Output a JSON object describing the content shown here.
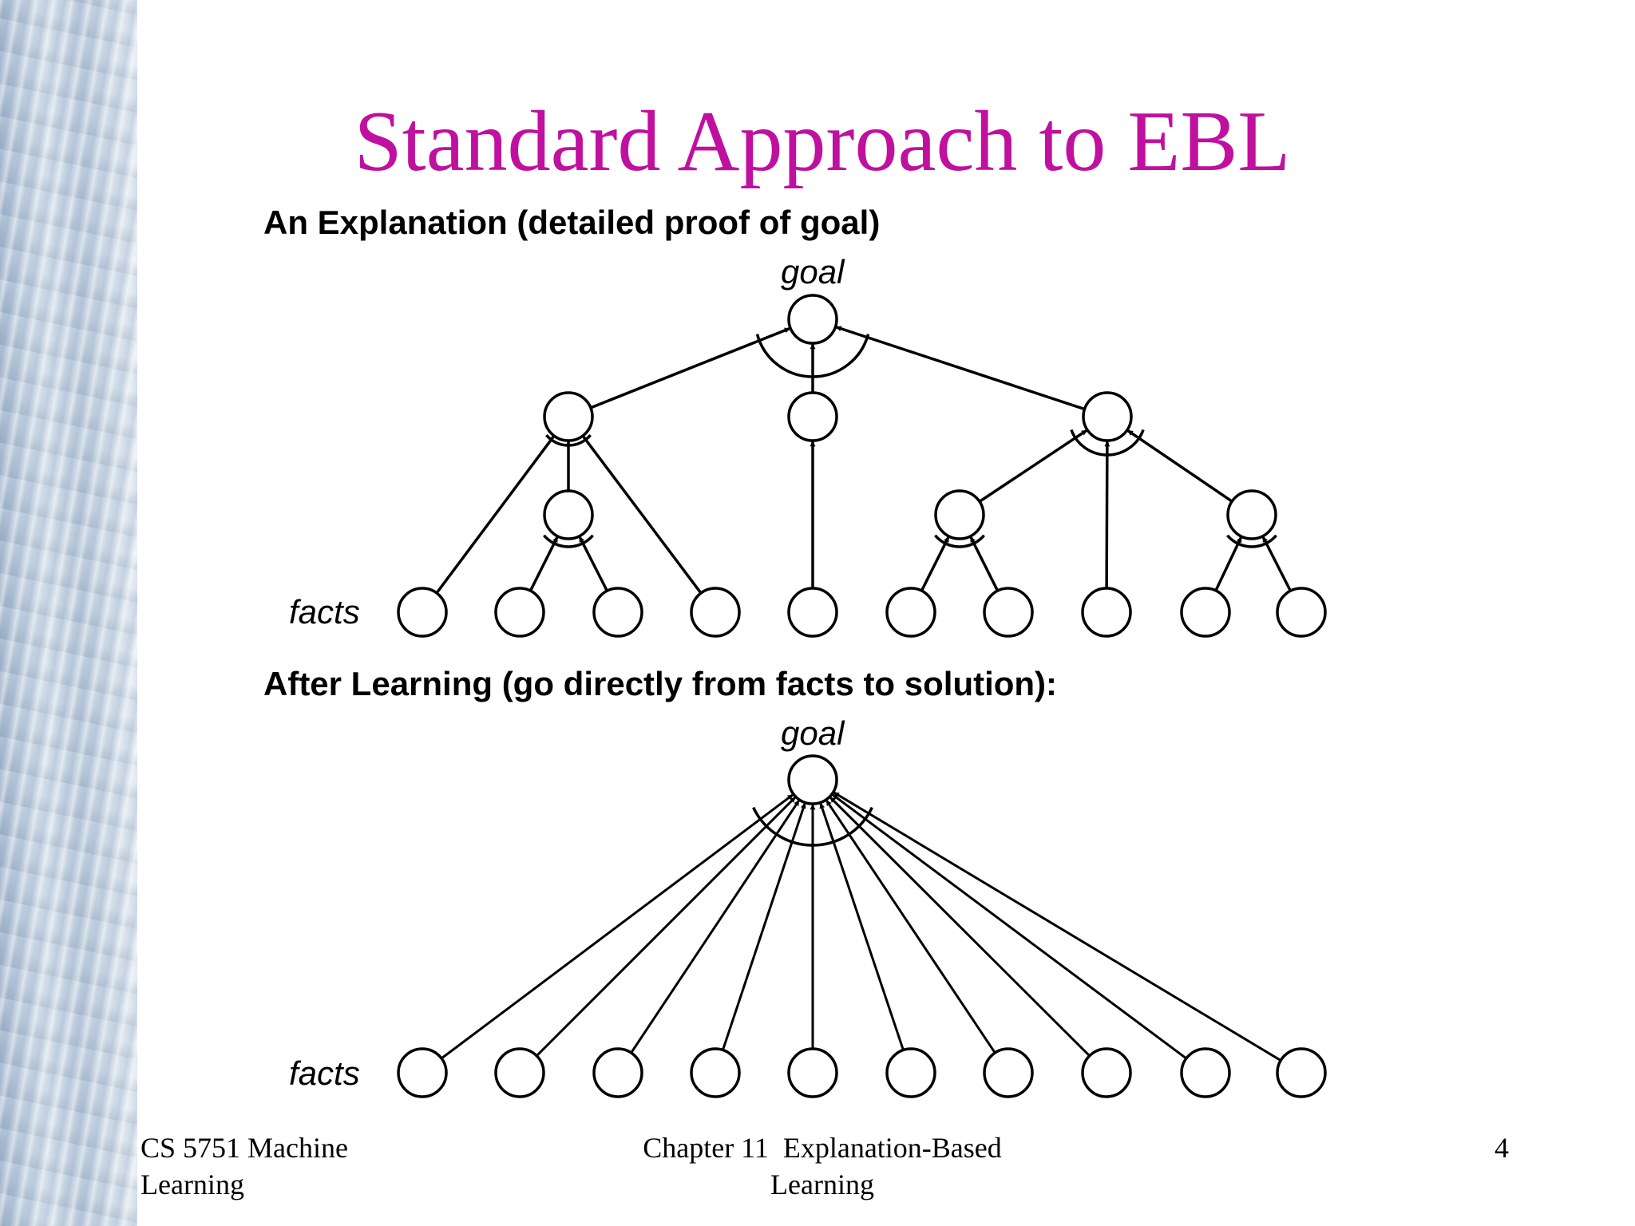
{
  "slide": {
    "title": "Standard Approach to EBL",
    "section1": {
      "heading": "An Explanation (detailed proof of goal)",
      "goal_label": "goal",
      "facts_label": "facts"
    },
    "section2": {
      "heading": "After Learning (go directly from facts to solution):",
      "goal_label": "goal",
      "facts_label": "facts"
    },
    "footer": {
      "left_line1": "CS 5751 Machine",
      "left_line2": "Learning",
      "center_line1": "Chapter 11  Explanation-Based",
      "center_line2": "Learning",
      "page_number": "4"
    }
  },
  "colors": {
    "title": "#c0109f",
    "text": "#000000",
    "background": "#ffffff"
  }
}
